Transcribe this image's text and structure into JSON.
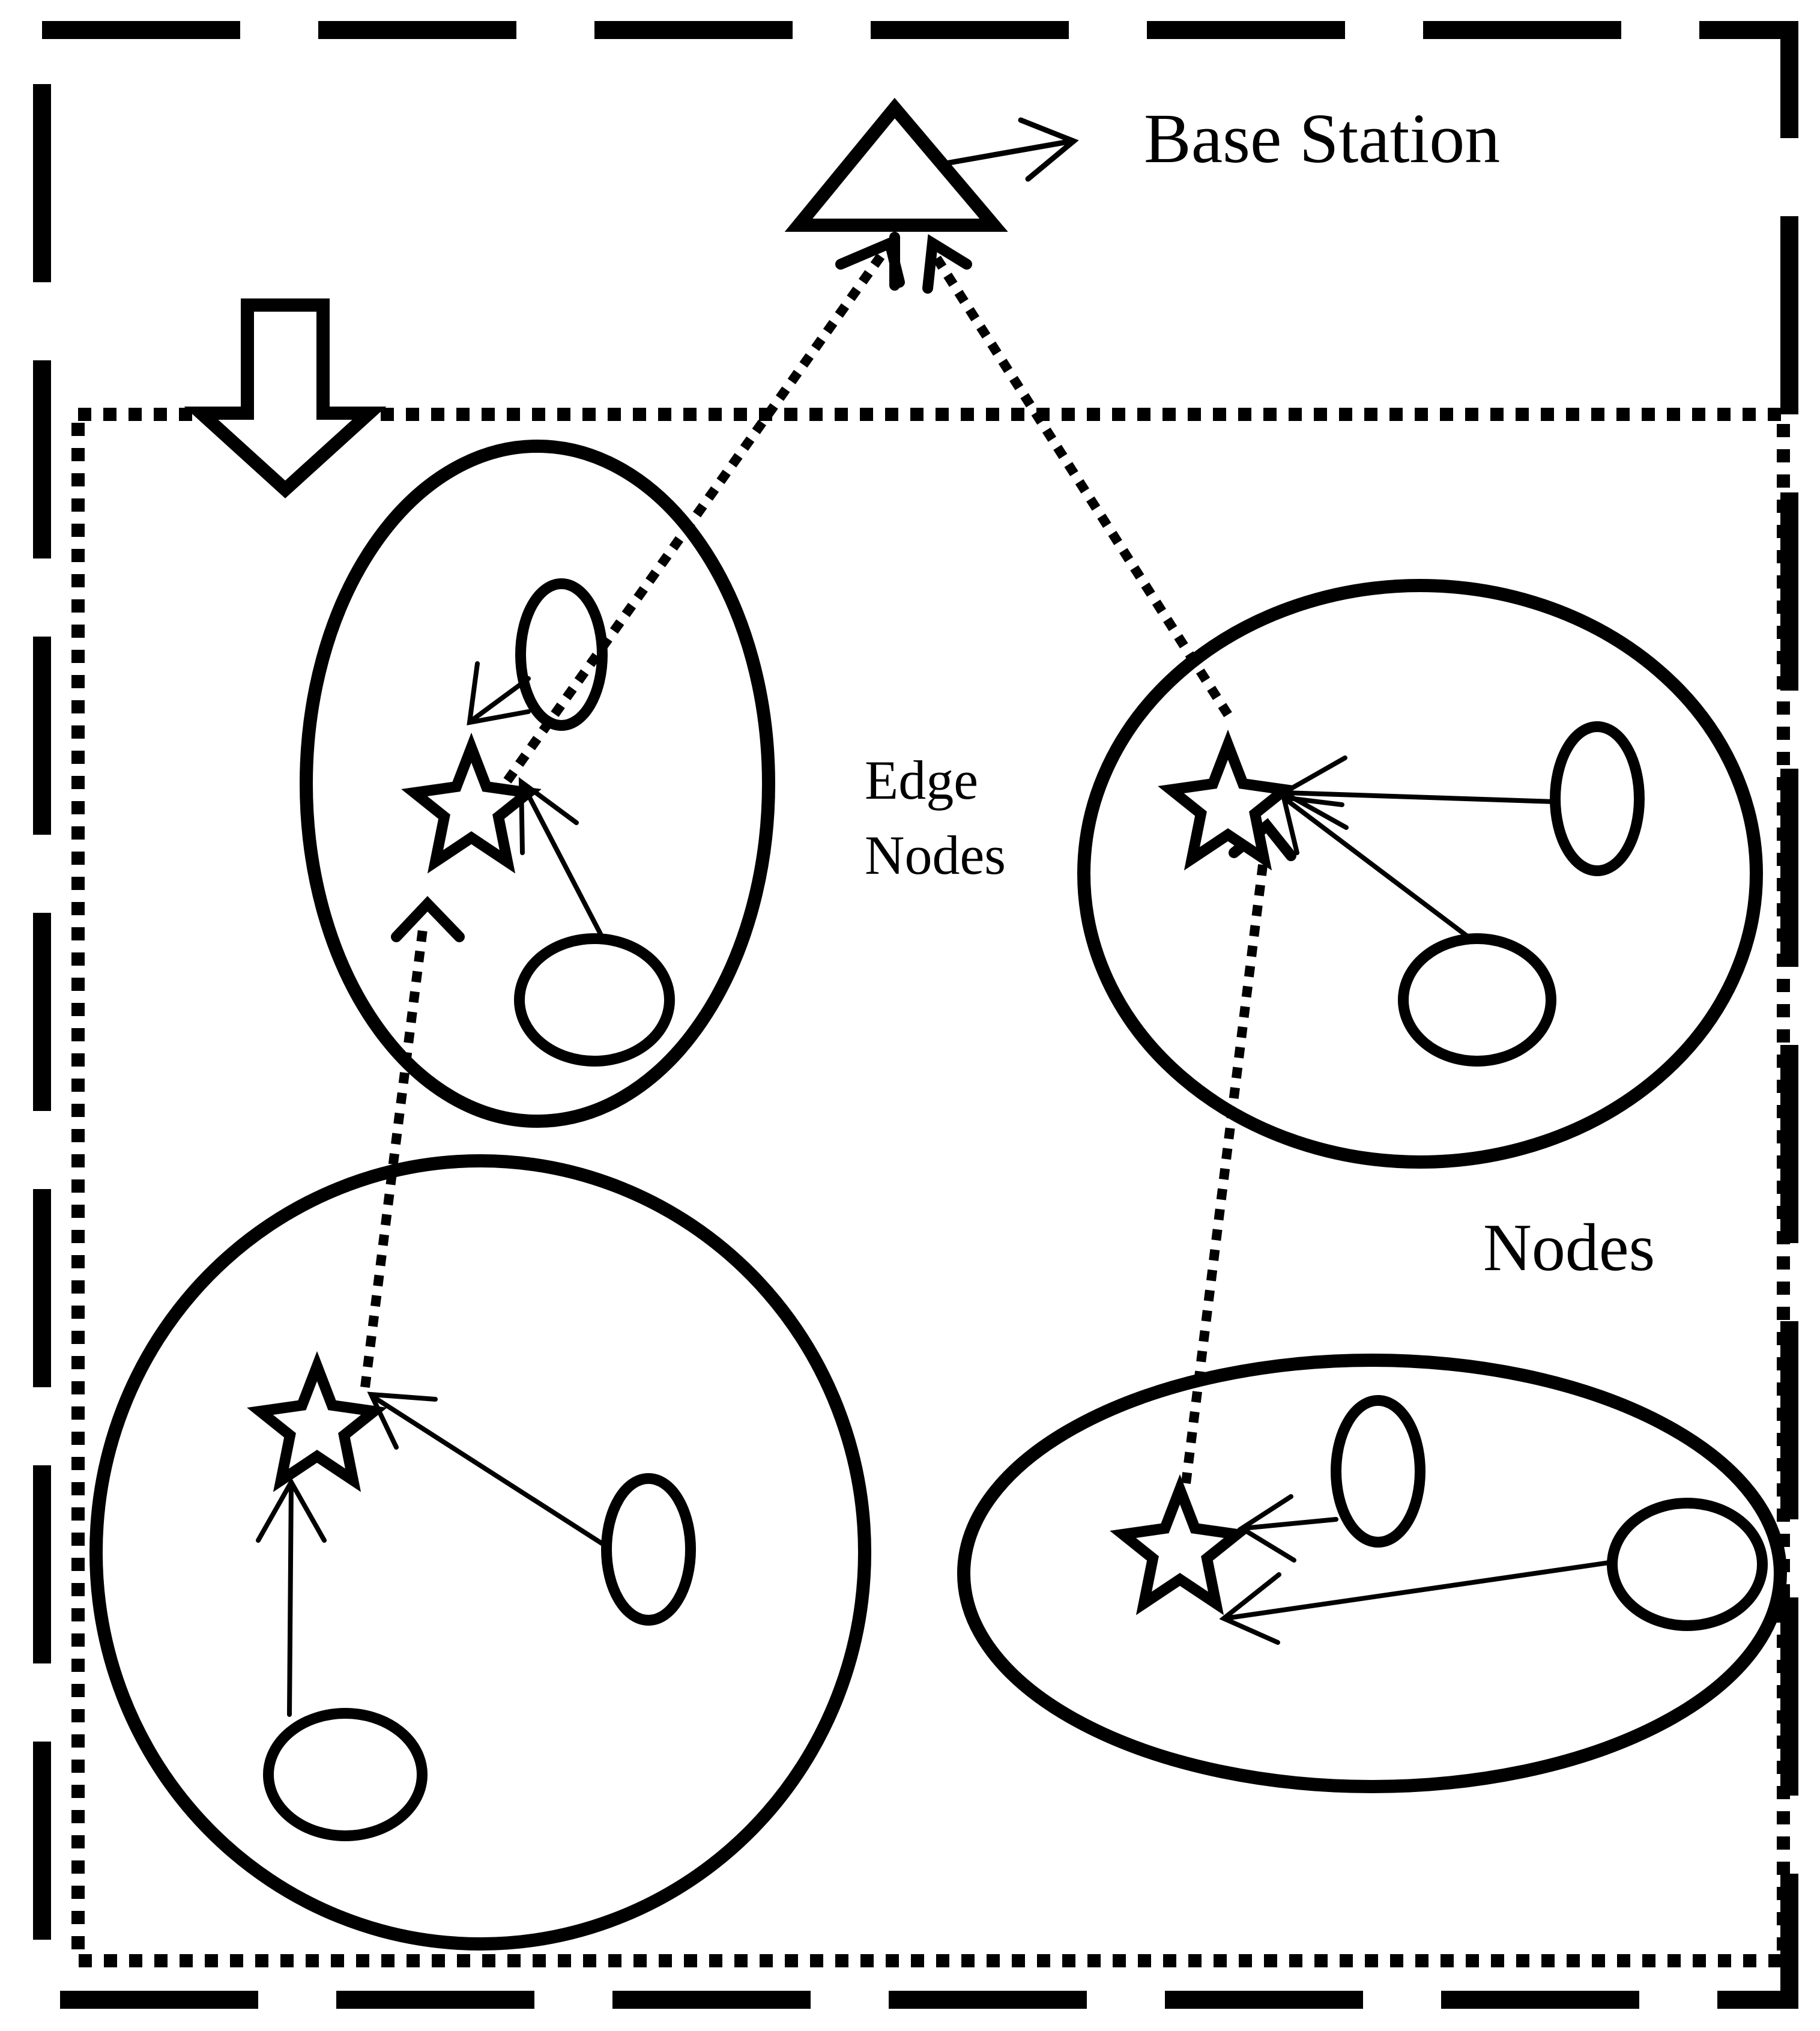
{
  "labels": {
    "base_station": "Base Station",
    "edge_line1": "Edge",
    "edge_line2": "Nodes",
    "nodes": "Nodes"
  },
  "colors": {
    "ink": "#000000",
    "background": "#ffffff"
  }
}
